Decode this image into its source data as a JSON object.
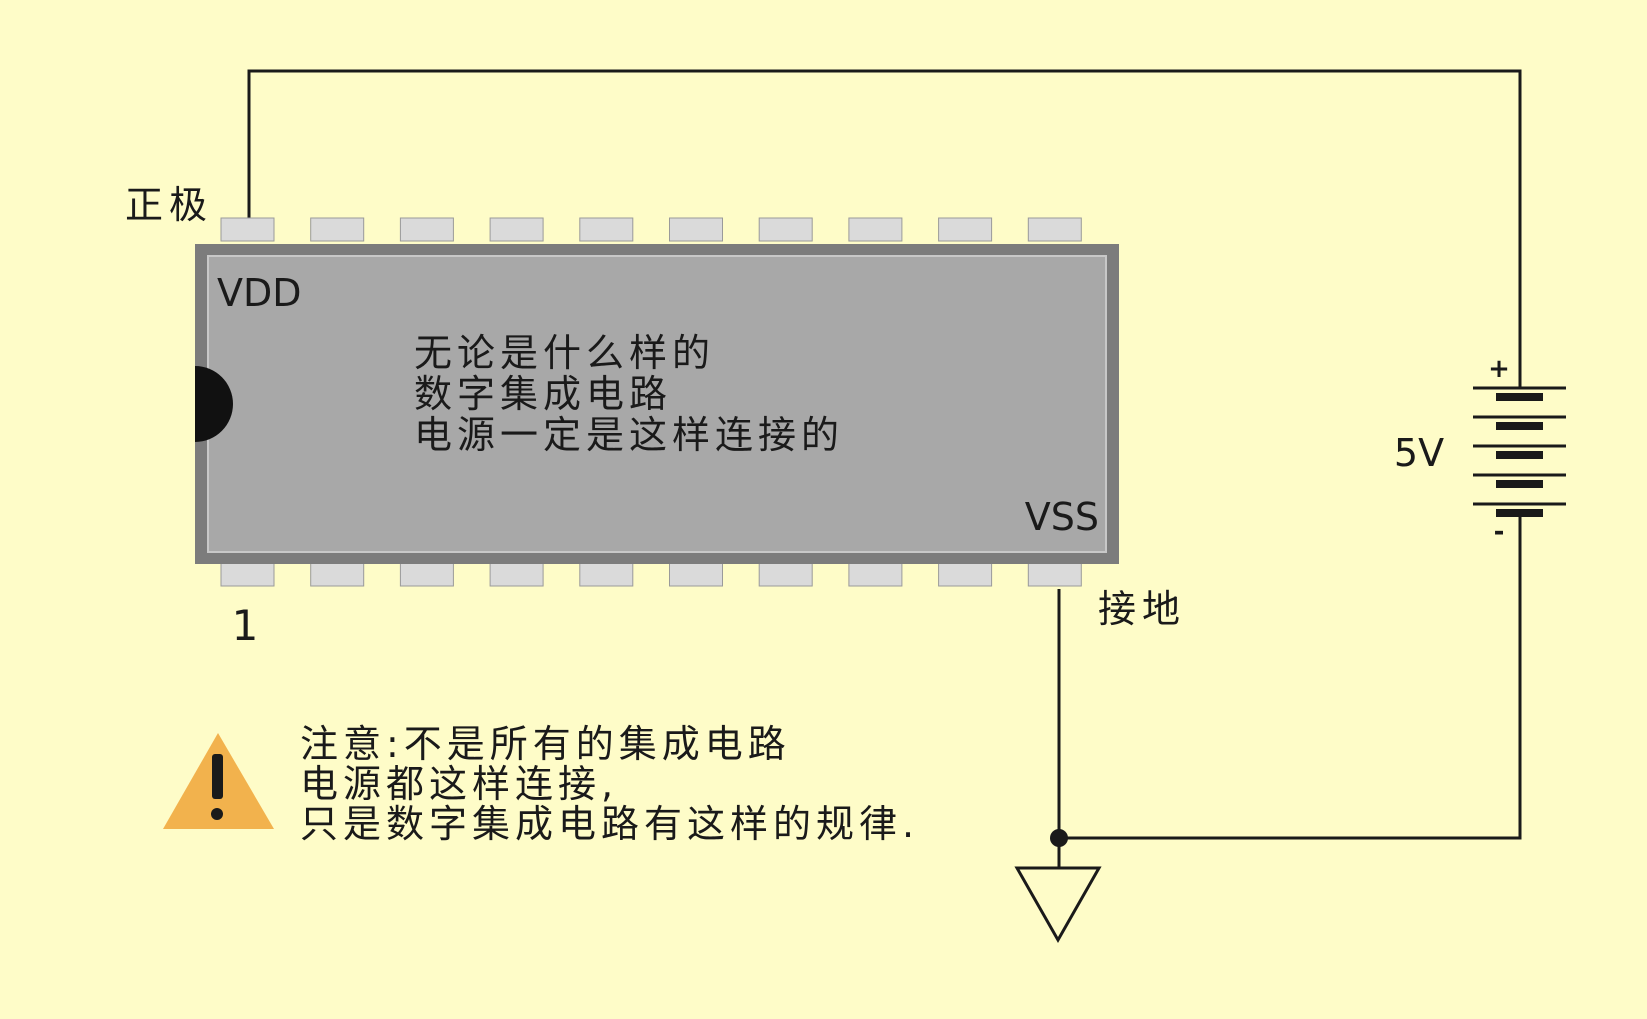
{
  "labels": {
    "positive": "正极",
    "vdd": "VDD",
    "vss": "VSS",
    "ground": "接地",
    "pin1": "1",
    "battery_voltage": "5V",
    "battery_plus": "+",
    "battery_minus": "-"
  },
  "chip_text": [
    "无论是什么样的",
    "数字集成电路",
    "电源一定是这样连接的"
  ],
  "note_text": [
    "注意:不是所有的集成电路",
    "电源都这样连接,",
    "只是数字集成电路有这样的规律."
  ],
  "colors": {
    "background": "#fefcc8",
    "chip_body": "#a8a8a8",
    "chip_border": "#7c7c7c",
    "pin": "#dadada",
    "wire": "#1a1a1a",
    "warning": "#f2b24d"
  },
  "icons": {
    "warning": "warning-triangle-icon",
    "ground": "ground-symbol-icon",
    "battery": "battery-icon"
  },
  "pin_count": 20
}
